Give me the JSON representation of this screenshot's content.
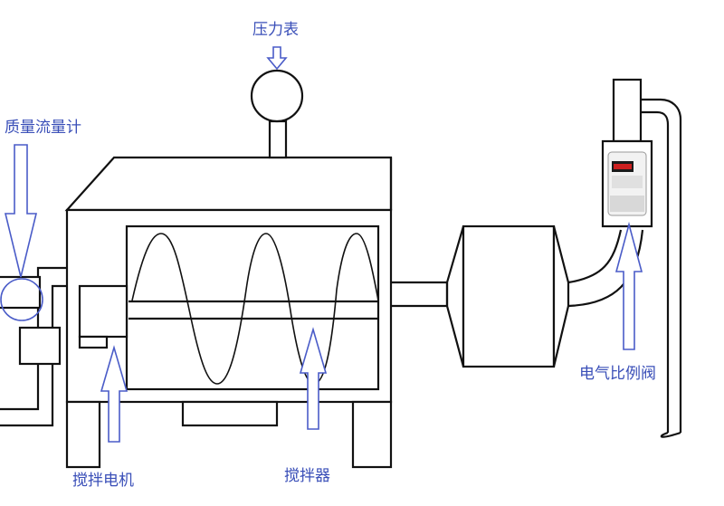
{
  "labels": {
    "pressure_gauge": "压力表",
    "mass_flow_meter": "质量流量计",
    "stirring_motor": "搅拌电机",
    "stirrer": "搅拌器",
    "proportional_valve": "电气比例阀"
  },
  "colors": {
    "annotation": "#3a4fb8",
    "equipment_line": "#111111",
    "valve_display": "#cc1f1f"
  }
}
